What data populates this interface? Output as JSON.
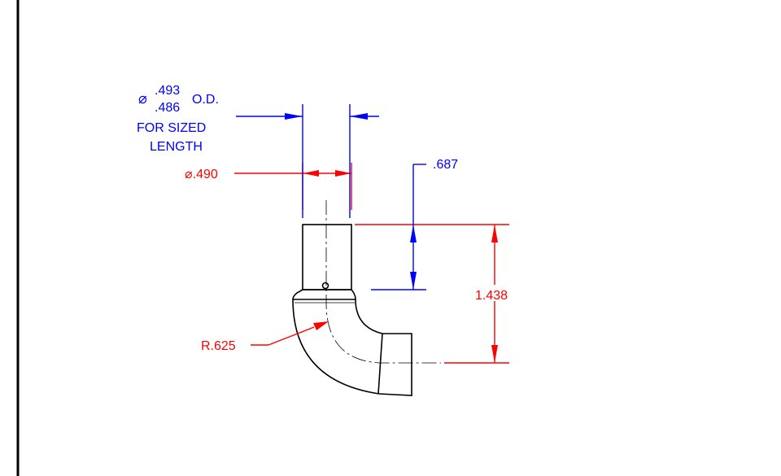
{
  "colors": {
    "outline": "#000000",
    "dimension_primary": "#ff0000",
    "dimension_secondary": "#0000ff",
    "background": "#ffffff"
  },
  "annotations": {
    "od_symbol": "⌀",
    "od_upper": ".493",
    "od_lower": ".486",
    "od_suffix": "O.D.",
    "od_note_line1": "FOR SIZED",
    "od_note_line2": "LENGTH",
    "id_label": "⌀.490",
    "length_short": ".687",
    "length_total": "1.438",
    "bend_radius": "R.625"
  }
}
